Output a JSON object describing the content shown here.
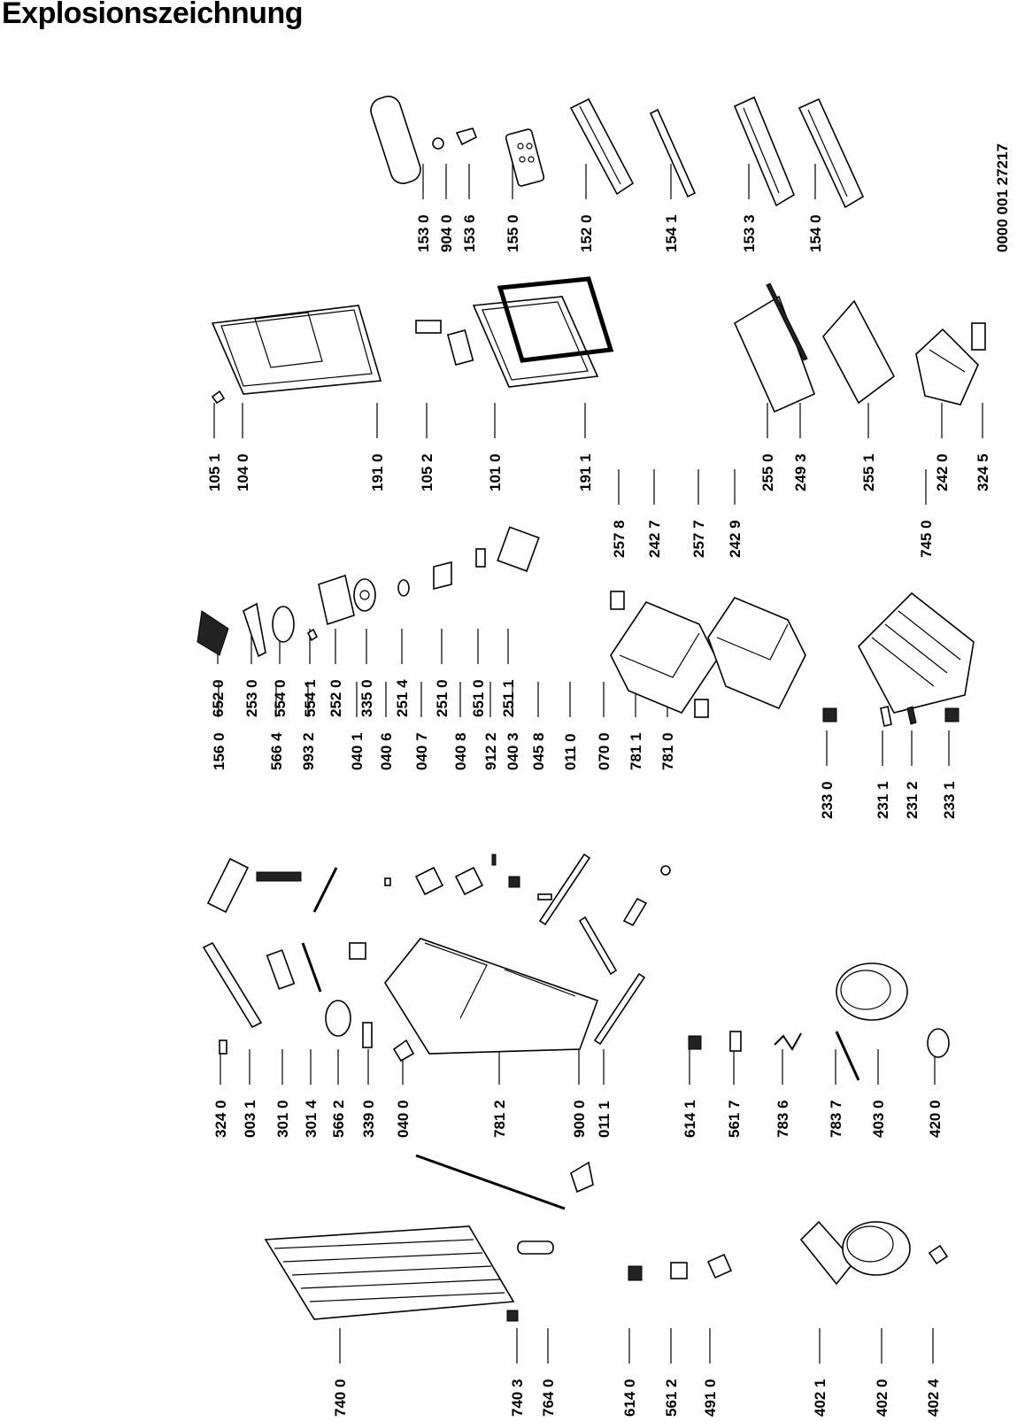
{
  "title": "Explosionszeichnung",
  "doc_number": "0000 001 27217",
  "col1": [
    "324 0",
    "003 1",
    "301 0",
    "301 4",
    "566 2",
    "339 0",
    "040 0",
    "781 2",
    "900 0",
    "011 1",
    "614 1",
    "561 7",
    "783 6",
    "783 7",
    "403 0",
    "420 0"
  ],
  "col2": [
    "156 0",
    "566 4",
    "993 2",
    "040 1",
    "040 6",
    "040 7",
    "040 8",
    "912 2",
    "040 3",
    "045 8",
    "011 0",
    "070 0",
    "781 1",
    "781 0"
  ],
  "col3": [
    "652 0",
    "253 0",
    "554 0",
    "554 1",
    "252 0",
    "335 0",
    "251 4",
    "251 0",
    "651 0",
    "251 1"
  ],
  "col4": [
    "257 8",
    "242 7",
    "257 7",
    "242 9",
    "745 0",
    "233 0",
    "231 1",
    "231 2",
    "233 1"
  ],
  "col5": [
    "105 1",
    "104 0",
    "191 0",
    "105 2",
    "101 0",
    "191 1",
    "255 0",
    "249 3",
    "255 1",
    "242 0",
    "324 5"
  ],
  "col6": [
    "153 0",
    "904 0",
    "153 6",
    "155 0",
    "152 0",
    "154 1",
    "153 3",
    "154 0"
  ],
  "col7": [
    "740 0",
    "740 3",
    "764 0",
    "614 0",
    "561 2",
    "491 0",
    "402 1",
    "402 0",
    "402 4"
  ]
}
